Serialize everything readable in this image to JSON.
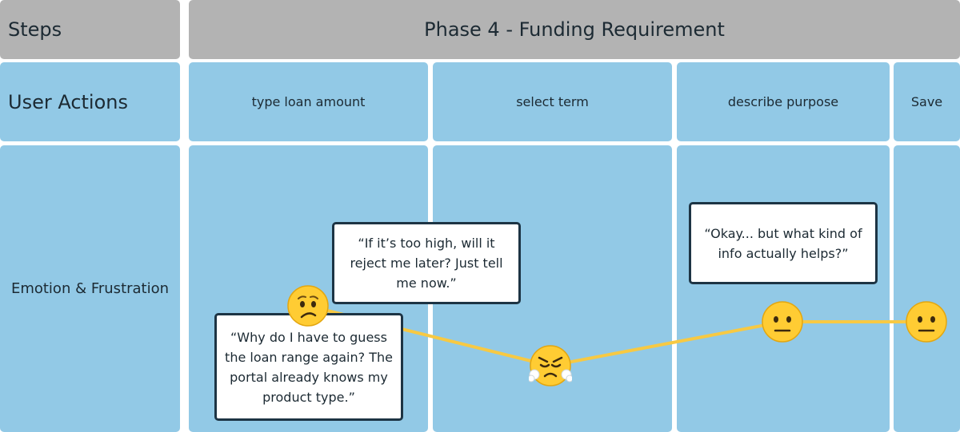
{
  "rows": {
    "steps": "Steps",
    "user_actions": "User Actions",
    "emotion": "Emotion & Frustration"
  },
  "phase": {
    "title": "Phase 4 -  Funding Requirement"
  },
  "actions": [
    {
      "label": "type loan amount"
    },
    {
      "label": "select term"
    },
    {
      "label": "describe purpose"
    },
    {
      "label": "Save"
    }
  ],
  "quotes": [
    {
      "text": "“If it’s too high, will it reject me later? Just tell me now.”"
    },
    {
      "text": "“Why do I have to guess the loan range again? The portal already knows my product type.”"
    },
    {
      "text": "“Okay... but what kind of info actually helps?”"
    }
  ],
  "emotions": [
    {
      "face": "confused-face-icon",
      "level": 0.7
    },
    {
      "face": "angry-face-icon",
      "level": 0.0
    },
    {
      "face": "neutral-face-icon",
      "level": 0.5
    },
    {
      "face": "neutral-face-icon",
      "level": 0.5
    }
  ],
  "colors": {
    "header": "#b3b3b3",
    "cell": "#92c9e6",
    "bubble_border": "#1d3444",
    "line": "#f7c943",
    "face": "#ffcc33"
  }
}
